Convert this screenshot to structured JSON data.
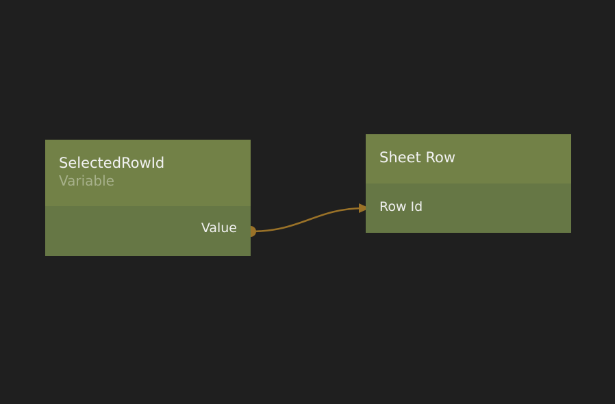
{
  "nodes": {
    "selected_row_id": {
      "title": "SelectedRowId",
      "subtitle": "Variable",
      "output_port": "Value"
    },
    "sheet_row": {
      "title": "Sheet Row",
      "input_port": "Row Id"
    }
  },
  "connection": {
    "from": "SelectedRowId.Value",
    "to": "Sheet Row.Row Id",
    "color": "#9a7228"
  },
  "colors": {
    "canvas_background": "#1f1f1f",
    "node_header": "#728147",
    "node_body": "#667745",
    "subtitle_text": "#a7b18b"
  }
}
